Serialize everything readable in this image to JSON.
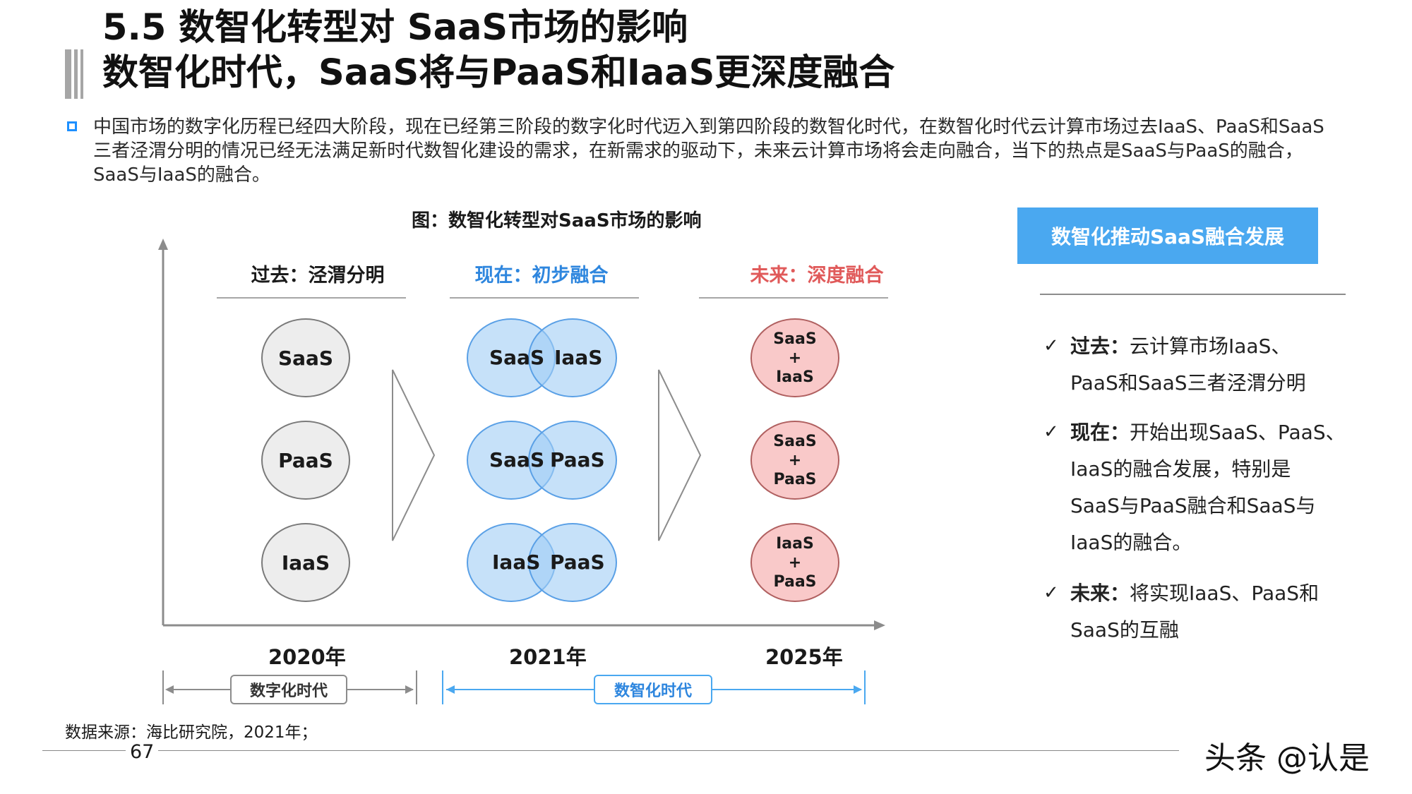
{
  "title": {
    "line1": "5.5 数智化转型对 SaaS市场的影响",
    "line2": "数智化时代，SaaS将与PaaS和IaaS更深度融合"
  },
  "intro": "中国市场的数字化历程已经四大阶段，现在已经第三阶段的数字化时代迈入到第四阶段的数智化时代，在数智化时代云计算市场过去IaaS、PaaS和SaaS三者泾渭分明的情况已经无法满足新时代数智化建设的需求，在新需求的驱动下，未来云计算市场将会走向融合，当下的热点是SaaS与PaaS的融合，SaaS与IaaS的融合。",
  "figure": {
    "title": "图：数智化转型对SaaS市场的影响",
    "stages": [
      {
        "label": "过去：泾渭分明",
        "color": "#111111"
      },
      {
        "label": "现在：初步融合",
        "color": "#2e86de"
      },
      {
        "label": "未来：深度融合",
        "color": "#e05a5a"
      }
    ],
    "past": [
      "SaaS",
      "PaaS",
      "IaaS"
    ],
    "present": [
      [
        "SaaS",
        "IaaS"
      ],
      [
        "SaaS",
        "PaaS"
      ],
      [
        "IaaS",
        "PaaS"
      ]
    ],
    "future": [
      [
        "SaaS",
        "+",
        "IaaS"
      ],
      [
        "SaaS",
        "+",
        "PaaS"
      ],
      [
        "IaaS",
        "+",
        "PaaS"
      ]
    ],
    "years": [
      "2020年",
      "2021年",
      "2025年"
    ],
    "eras": [
      "数字化时代",
      "数智化时代"
    ]
  },
  "panel": {
    "banner": "数智化推动SaaS融合发展",
    "items": [
      {
        "head": "过去：",
        "lines": [
          "云计算市场IaaS、",
          "PaaS和SaaS三者泾渭分明"
        ]
      },
      {
        "head": "现在：",
        "lines": [
          "开始出现SaaS、PaaS、",
          "IaaS的融合发展，特别是",
          "SaaS与PaaS融合和SaaS与",
          "IaaS的融合。"
        ]
      },
      {
        "head": "未来：",
        "lines": [
          "将实现IaaS、PaaS和",
          "SaaS的互融"
        ]
      }
    ],
    "check": "✓"
  },
  "source": "数据来源：海比研究院，2021年；",
  "page_number": "67",
  "watermark": "头条 @认是",
  "colors": {
    "accent_blue": "#4aa8f0",
    "present_blue": "#2e86de",
    "future_red": "#e05a5a"
  }
}
